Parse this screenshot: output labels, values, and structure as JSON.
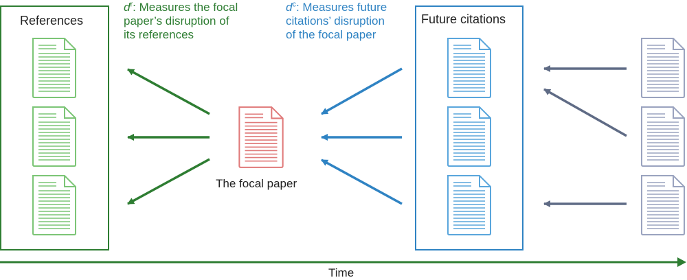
{
  "references": {
    "box_title": "References"
  },
  "future": {
    "box_title": "Future citations"
  },
  "focal": {
    "caption": "The focal paper"
  },
  "metric_r": {
    "symbol": "d",
    "superscript": "r",
    "text_line1": ": Measures the focal",
    "text_line2": "paper’s disruption of",
    "text_line3": "its references"
  },
  "metric_c": {
    "symbol": "d",
    "superscript": "c",
    "text_line1": ": Measures future",
    "text_line2": "citations’ disruption",
    "text_line3": "of the focal paper"
  },
  "timeline": {
    "label": "Time"
  },
  "colors": {
    "green": "#2e7d32",
    "green_doc": "#7cc576",
    "blue": "#2f83c3",
    "blue_doc": "#5aa6dc",
    "red_doc": "#e07a7a",
    "slate": "#5f6b85",
    "slate_doc": "#9aa3bf"
  },
  "icons": {
    "document": "document-icon",
    "arrow": "arrow-icon"
  }
}
